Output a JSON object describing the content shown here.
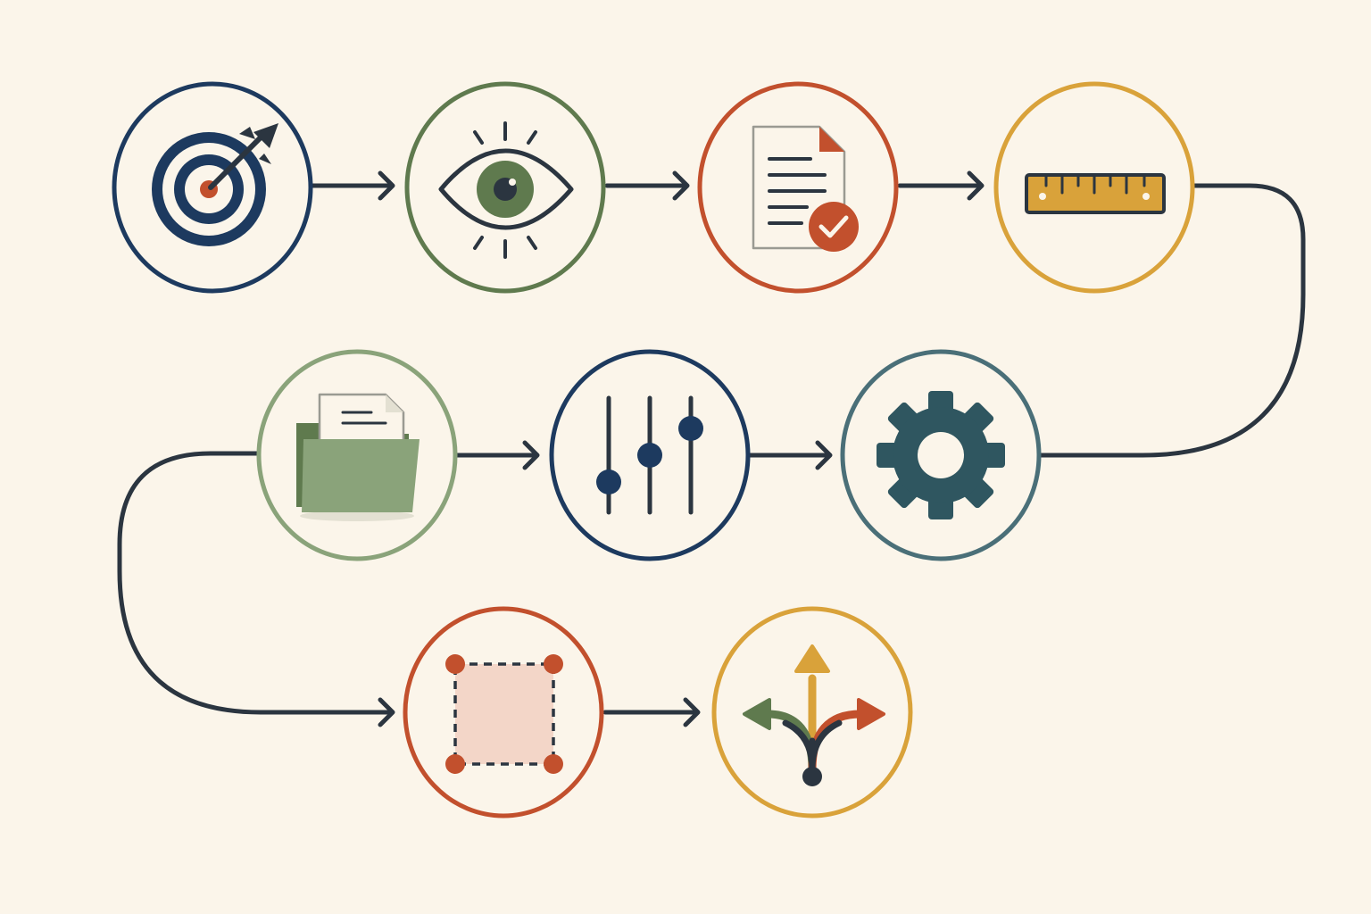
{
  "theme": {
    "background": "#fbf5ea",
    "line": "#2b3540",
    "navy": "#1d3a5f",
    "green": "#5f7a4e",
    "red": "#c2502d",
    "gold": "#d9a23a",
    "sage": "#8aa37a",
    "teal": "#4a6f78",
    "gear": "#2f5660",
    "pink_fill": "#f3d6c8"
  },
  "steps": [
    {
      "id": "target",
      "icon": "target-arrow-icon",
      "ring_color": "#1d3a5f"
    },
    {
      "id": "eye",
      "icon": "eye-icon",
      "ring_color": "#5f7a4e"
    },
    {
      "id": "document",
      "icon": "document-check-icon",
      "ring_color": "#c2502d"
    },
    {
      "id": "ruler",
      "icon": "ruler-icon",
      "ring_color": "#d9a23a"
    },
    {
      "id": "gear",
      "icon": "gear-icon",
      "ring_color": "#4a6f78"
    },
    {
      "id": "sliders",
      "icon": "sliders-icon",
      "ring_color": "#1d3a5f"
    },
    {
      "id": "folder",
      "icon": "folder-icon",
      "ring_color": "#8aa37a"
    },
    {
      "id": "bounding-box",
      "icon": "bounding-box-icon",
      "ring_color": "#c2502d"
    },
    {
      "id": "branch",
      "icon": "branching-arrows-icon",
      "ring_color": "#d9a23a"
    }
  ],
  "connections": [
    {
      "from": "target",
      "to": "eye"
    },
    {
      "from": "eye",
      "to": "document"
    },
    {
      "from": "document",
      "to": "ruler"
    },
    {
      "from": "ruler",
      "to": "gear"
    },
    {
      "from": "folder",
      "to": "sliders"
    },
    {
      "from": "sliders",
      "to": "gear"
    },
    {
      "from": "folder",
      "to": "bounding-box"
    },
    {
      "from": "bounding-box",
      "to": "branch"
    }
  ]
}
